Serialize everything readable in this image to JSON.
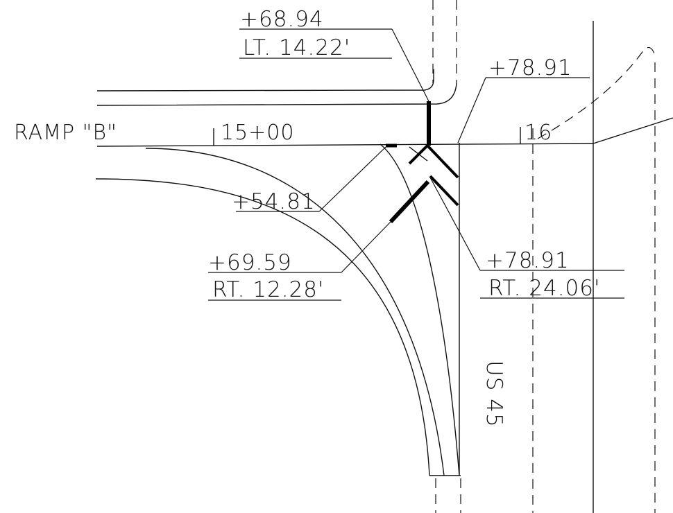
{
  "colors": {
    "background": "#ffffff",
    "ink": "#111111"
  },
  "labels": {
    "ramp_name": "RAMP \"B\"",
    "station_1500": "15+00",
    "station_16": "16",
    "route": "US 45"
  },
  "callouts": {
    "top_left": {
      "station": "+68.94",
      "offset": "LT. 14.22'"
    },
    "top_right": {
      "station": "+78.91"
    },
    "mid_left": {
      "station": "+54.81"
    },
    "bottom_left": {
      "station": "+69.59",
      "offset": "RT. 12.28'"
    },
    "bottom_right": {
      "station": "+78.91",
      "offset": "RT. 24.06'"
    }
  }
}
